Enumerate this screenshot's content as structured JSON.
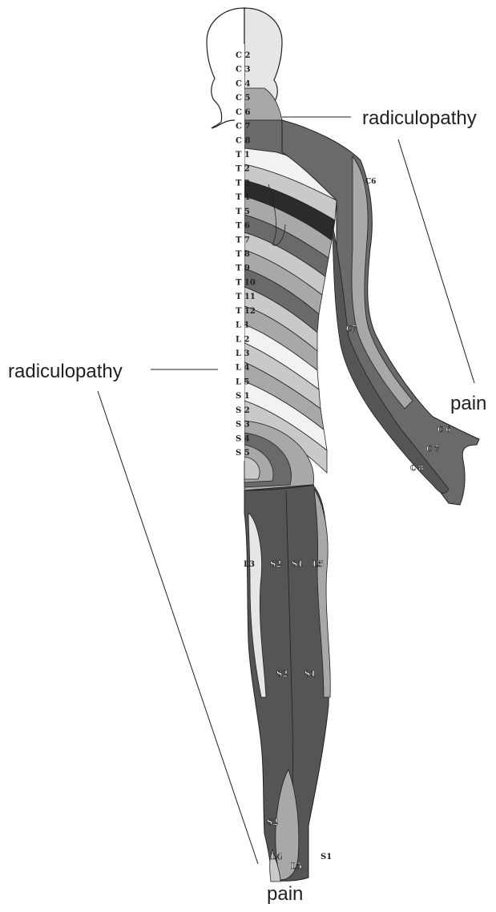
{
  "callouts": {
    "top_right_radiculopathy": "radiculopathy",
    "right_pain": "pain",
    "left_radiculopathy": "radiculopathy",
    "bottom_pain": "pain"
  },
  "spine_labels": [
    "C 2",
    "C 3",
    "C 4",
    "C 5",
    "C 6",
    "C 7",
    "C 8",
    "T 1",
    "T 2",
    "T 3",
    "T 4",
    "T 5",
    "T 6",
    "T 7",
    "T 8",
    "T 9",
    "T 10",
    "T 11",
    "T 12",
    "L 1",
    "L 2",
    "L 3",
    "L 4",
    "L 5",
    "S 1",
    "S 2",
    "S 3",
    "S 4",
    "S 5"
  ],
  "dermatome_labels": {
    "shoulder": "C6",
    "forearm": "C7",
    "thumb": "C 6",
    "hand_mid": "C 7",
    "hand_low": "C 8",
    "thigh_lateral": "L3",
    "thigh_s2": "S2",
    "thigh_s1": "S1",
    "thigh_l5": "L5",
    "calf_s2": "S2",
    "calf_s1": "S1",
    "heel_s2": "S2",
    "foot_l4": "L4",
    "foot_l5": "L5",
    "foot_s1": "S1"
  },
  "colors": {
    "ink": "#231f20",
    "skin_light": "#e6e6e6",
    "band_white": "#f2f2f2",
    "band_light": "#c9c9c9",
    "band_mid": "#a8a8a8",
    "band_dark": "#6a6a6a",
    "band_darker": "#555555",
    "band_black": "#2b2b2b"
  }
}
